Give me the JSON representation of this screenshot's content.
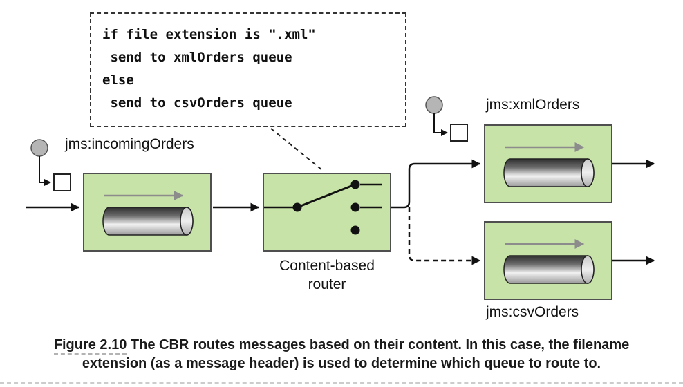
{
  "note": {
    "lines": [
      "if file extension is \".xml\"",
      " send to xmlOrders queue",
      "else",
      " send to csvOrders queue"
    ]
  },
  "labels": {
    "incoming": "jms:incomingOrders",
    "xml": "jms:xmlOrders",
    "csv": "jms:csvOrders",
    "router_line1": "Content-based",
    "router_line2": "router"
  },
  "caption": {
    "figure_label": "Figure 2.10",
    "text": " The CBR routes messages based on their content. In this case, the filename extension (as a message header) is used to determine which queue to route to."
  },
  "colors": {
    "node_fill": "#c8e3a8",
    "node_border": "#4f4f4f",
    "wire": "#111111",
    "inner_arrow": "#8c8c8c"
  }
}
